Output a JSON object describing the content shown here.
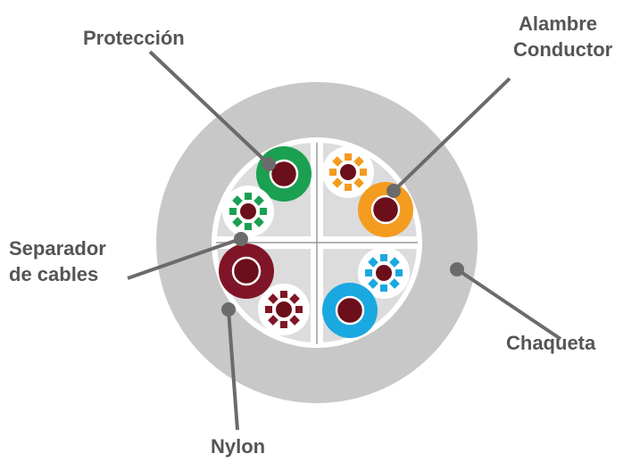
{
  "labels": {
    "proteccion": "Protección",
    "alambre_line1": "Alambre",
    "alambre_line2": "Conductor",
    "separador_line1": "Separador",
    "separador_line2": "de cables",
    "chaqueta": "Chaqueta",
    "nylon": "Nylon"
  },
  "colors": {
    "jacket": "#c8c8c8",
    "nylon_ring": "#ffffff",
    "core": "#dcdcdc",
    "separator": "#ffffff",
    "copper": "#6b0f1a",
    "leader": "#6b6b6b",
    "text": "#555555"
  },
  "pairs": [
    {
      "name": "green",
      "color": "#1aa050"
    },
    {
      "name": "orange",
      "color": "#f39c1f"
    },
    {
      "name": "brown",
      "color": "#801527"
    },
    {
      "name": "blue",
      "color": "#1aa8e0"
    }
  ]
}
